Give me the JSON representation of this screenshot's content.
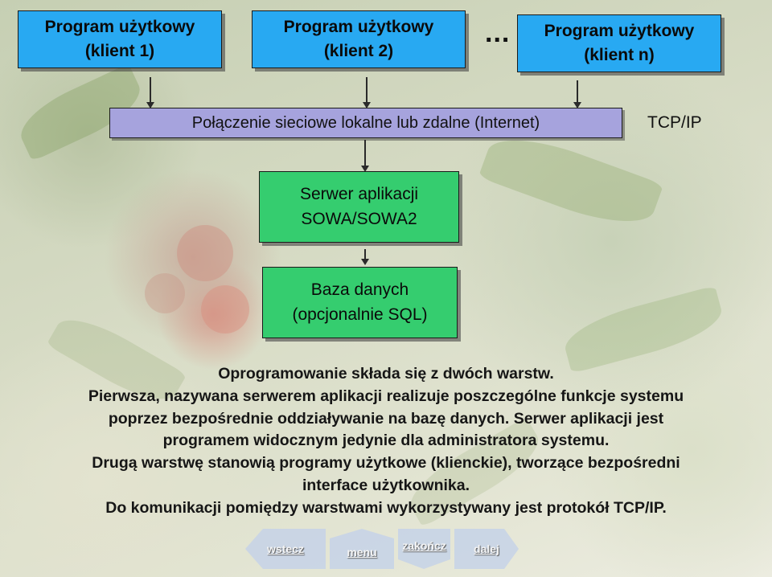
{
  "clients": [
    {
      "line1": "Program użytkowy",
      "line2": "(klient 1)"
    },
    {
      "line1": "Program użytkowy",
      "line2": "(klient 2)"
    },
    {
      "line1": "Program użytkowy",
      "line2": "(klient n)"
    }
  ],
  "ellipsis": "...",
  "connection": {
    "label": "Połączenie sieciowe lokalne lub zdalne (Internet)",
    "protocol": "TCP/IP"
  },
  "app_server": {
    "line1": "Serwer aplikacji",
    "line2": "SOWA/SOWA2"
  },
  "database": {
    "line1": "Baza danych",
    "line2": "(opcjonalnie SQL)"
  },
  "description": [
    "Oprogramowanie składa się z dwóch warstw.",
    "Pierwsza, nazywana serwerem aplikacji realizuje poszczególne funkcje systemu",
    "poprzez bezpośrednie oddziaływanie na bazę danych. Serwer aplikacji jest",
    "programem widocznym jedynie dla administratora systemu.",
    "Drugą warstwę stanowią programy użytkowe (klienckie), tworzące bezpośredni",
    "interface użytkownika.",
    "Do komunikacji pomiędzy warstwami wykorzystywany jest protokół TCP/IP."
  ],
  "navigation": {
    "back": "wstecz",
    "menu": "menu",
    "finish": "zakończ",
    "next": "dalej"
  },
  "colors": {
    "client_box": "#28a9f2",
    "connection_box": "#a6a3dd",
    "server_box": "#35cd6f",
    "database_box": "#35cd6f"
  }
}
